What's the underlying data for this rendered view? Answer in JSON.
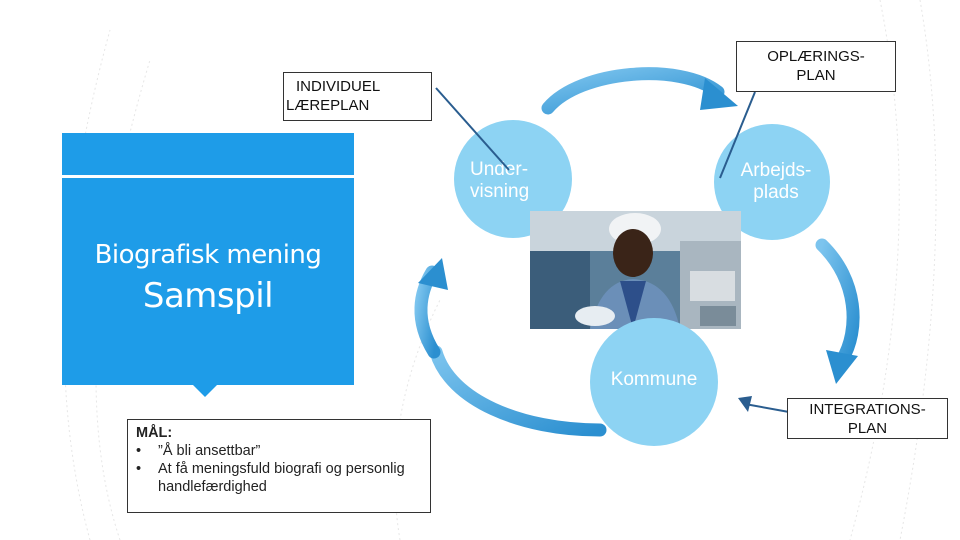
{
  "panel": {
    "title": "Biografisk mening",
    "subtitle": "Samspil"
  },
  "labels": {
    "individuel": [
      "INDIVIDUEL",
      "LÆREPLAN"
    ],
    "oplaering": [
      "OPLÆRINGS-",
      "PLAN"
    ],
    "integration": [
      "INTEGRATIONS-",
      "PLAN"
    ]
  },
  "goal": {
    "title": "MÅL:",
    "bullet": "•",
    "items": [
      "”Å bli ansettbar”",
      "At få meningsfuld biografi og personlig handlefærdighed"
    ]
  },
  "nodes": {
    "undervisning": [
      "Under-",
      "visning"
    ],
    "arbejdsplads": [
      "Arbejds-",
      "plads"
    ],
    "kommune": "Kommune"
  },
  "colors": {
    "panel": "#1e9ce8",
    "node": "#8dd3f3",
    "arrow": "#3d9fd9"
  }
}
